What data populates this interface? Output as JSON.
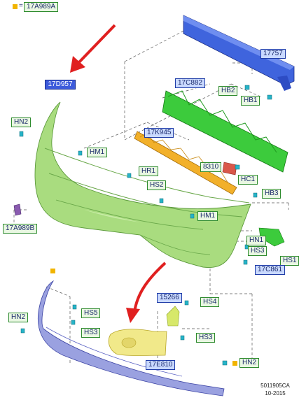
{
  "labels": {
    "top_legend": "17A989A",
    "l17D957": "17D957",
    "l17757": "17757",
    "l17C882": "17C882",
    "lHB2": "HB2",
    "lHB1": "HB1",
    "lHN2_top": "HN2",
    "lHM1_top": "HM1",
    "l17K945": "17K945",
    "lHR1": "HR1",
    "l8310": "8310",
    "lHC1": "HC1",
    "lHS2": "HS2",
    "lHB3": "HB3",
    "lHM1_mid": "HM1",
    "l17A989B": "17A989B",
    "lHN1": "HN1",
    "lHS3_right": "HS3",
    "lHS1": "HS1",
    "l17C861": "17C861",
    "l15266": "15266",
    "lHS4": "HS4",
    "lHN2_left": "HN2",
    "lHS5": "HS5",
    "lHS3_left": "HS3",
    "lHS3_bottom": "HS3",
    "l17E810": "17E810",
    "lHN2_bottom": "HN2"
  },
  "footer": {
    "code": "5011905CA",
    "date": "10-2015"
  },
  "colors": {
    "bumper_green": "#a9dc7f",
    "absorber_green": "#3ccb3c",
    "reinforcement_blue": "#3f64dd",
    "bracket_orange": "#f2b02a",
    "lip_purple": "#9aa1e0",
    "arrow_red": "#e02020",
    "square_yellow": "#f1b400"
  }
}
